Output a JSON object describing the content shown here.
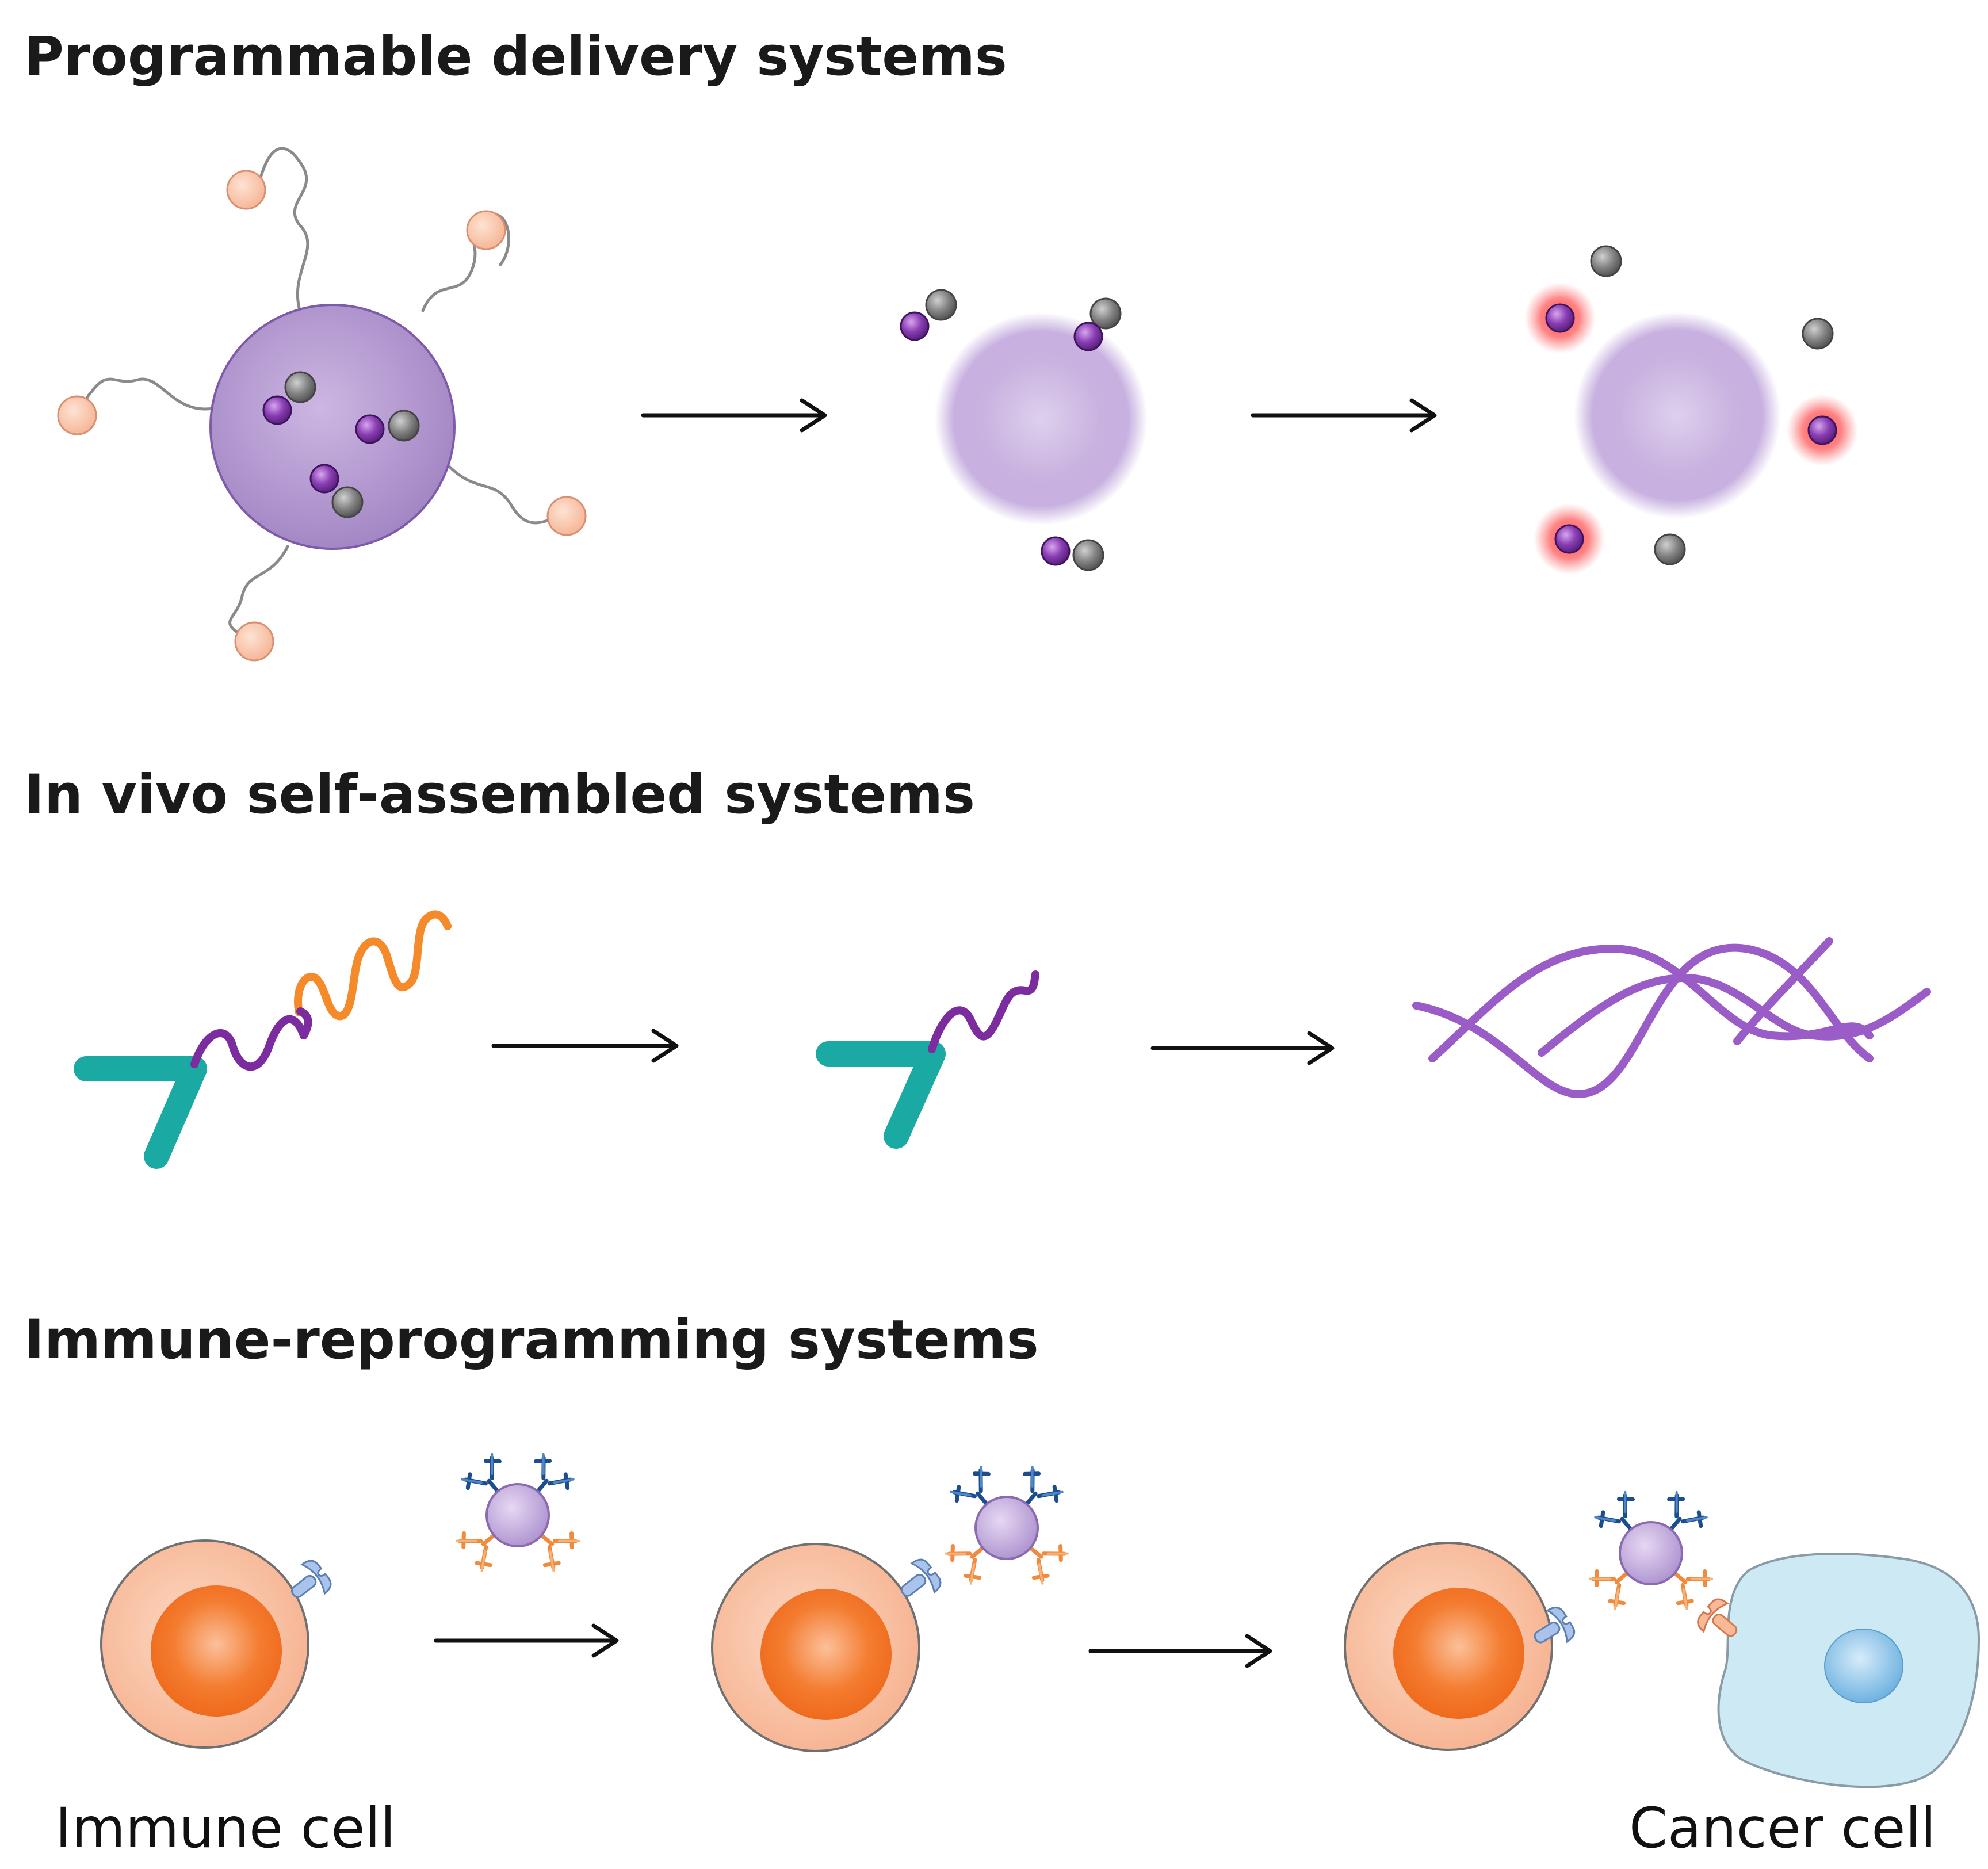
{
  "sections": {
    "delivery": {
      "title": "Programmable delivery systems"
    },
    "assembly": {
      "title": "In vivo self-assembled systems"
    },
    "immune": {
      "title": "Immune-reprogramming systems"
    }
  },
  "labels": {
    "immune_cell": "Immune cell",
    "cancer_cell": "Cancer cell"
  },
  "colors": {
    "nanoparticle": "#a787c6",
    "nanoparticle_dark": "#7a56a0",
    "drug_purple": "#7b3aa0",
    "drug_gray": "#707070",
    "ligand": "#f8c0a0",
    "glow": "#ff5a5a",
    "teal": "#1aa9a3",
    "peptide_purple": "#7b2c9e",
    "peptide_orange": "#f58a2a",
    "fiber": "#9a5cc6",
    "immune_cell": "#f7b896",
    "immune_nucleus": "#f47a2e",
    "cancer_cell": "#cdeaf4",
    "cancer_nucleus": "#8ec6e8",
    "antibody_blue": "#1c4d8c",
    "antibody_orange": "#f08a3c",
    "receptor_blue": "#8fb0e0",
    "receptor_orange": "#f4a37c",
    "arrow": "#111111"
  },
  "icons": [
    "nanoparticle-icon",
    "drug-molecule-icon",
    "arrow-icon",
    "peptide-icon",
    "nanofiber-icon",
    "immune-cell-icon",
    "cancer-cell-icon",
    "antibody-icon",
    "receptor-icon"
  ]
}
